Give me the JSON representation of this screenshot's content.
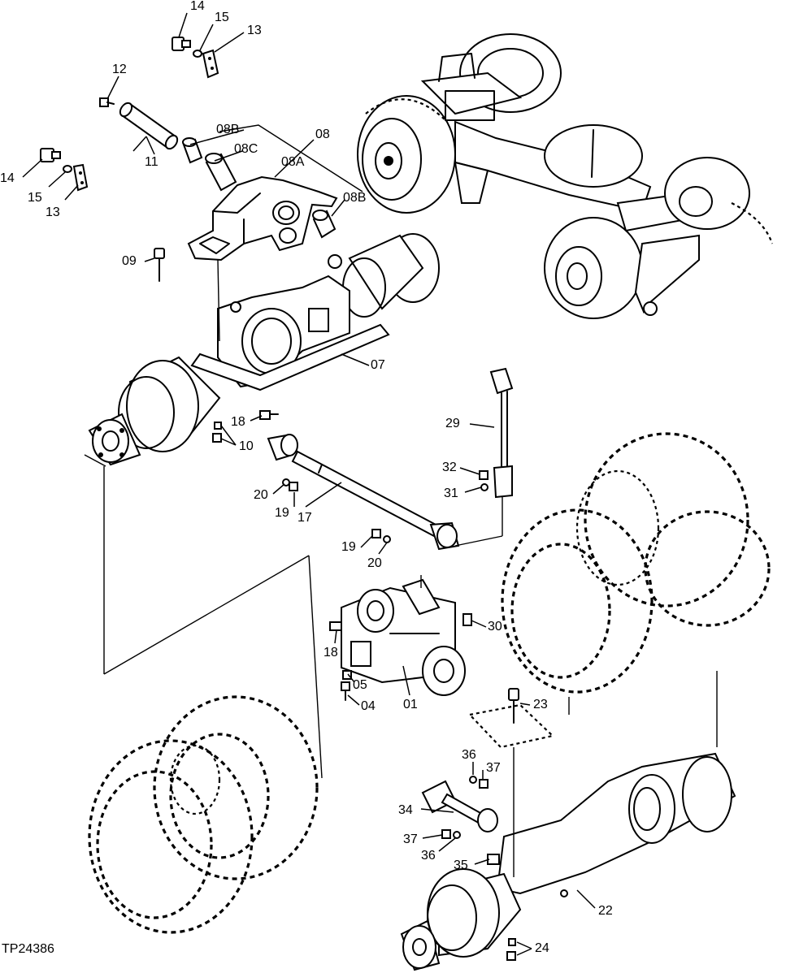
{
  "figure_id": "TP24386",
  "callouts": [
    {
      "key": "c14a",
      "text": "14"
    },
    {
      "key": "c15a",
      "text": "15"
    },
    {
      "key": "c13a",
      "text": "13"
    },
    {
      "key": "c12",
      "text": "12"
    },
    {
      "key": "c08b1",
      "text": "08B"
    },
    {
      "key": "c08",
      "text": "08"
    },
    {
      "key": "c08c",
      "text": "08C"
    },
    {
      "key": "c08a",
      "text": "08A"
    },
    {
      "key": "c08b2",
      "text": "08B"
    },
    {
      "key": "c11",
      "text": "11"
    },
    {
      "key": "c14b",
      "text": "14"
    },
    {
      "key": "c15b",
      "text": "15"
    },
    {
      "key": "c13b",
      "text": "13"
    },
    {
      "key": "c09",
      "text": "09"
    },
    {
      "key": "c07",
      "text": "07"
    },
    {
      "key": "c18a",
      "text": "18"
    },
    {
      "key": "c10",
      "text": "10"
    },
    {
      "key": "c29",
      "text": "29"
    },
    {
      "key": "c32",
      "text": "32"
    },
    {
      "key": "c31",
      "text": "31"
    },
    {
      "key": "c20a",
      "text": "20"
    },
    {
      "key": "c19a",
      "text": "19"
    },
    {
      "key": "c17",
      "text": "17"
    },
    {
      "key": "c19b",
      "text": "19"
    },
    {
      "key": "c20b",
      "text": "20"
    },
    {
      "key": "c30",
      "text": "30"
    },
    {
      "key": "c18b",
      "text": "18"
    },
    {
      "key": "c05",
      "text": "05"
    },
    {
      "key": "c04",
      "text": "04"
    },
    {
      "key": "c01",
      "text": "01"
    },
    {
      "key": "c23",
      "text": "23"
    },
    {
      "key": "c36a",
      "text": "36"
    },
    {
      "key": "c37a",
      "text": "37"
    },
    {
      "key": "c34",
      "text": "34"
    },
    {
      "key": "c37b",
      "text": "37"
    },
    {
      "key": "c36b",
      "text": "36"
    },
    {
      "key": "c35",
      "text": "35"
    },
    {
      "key": "c22",
      "text": "22"
    },
    {
      "key": "c24",
      "text": "24"
    }
  ]
}
